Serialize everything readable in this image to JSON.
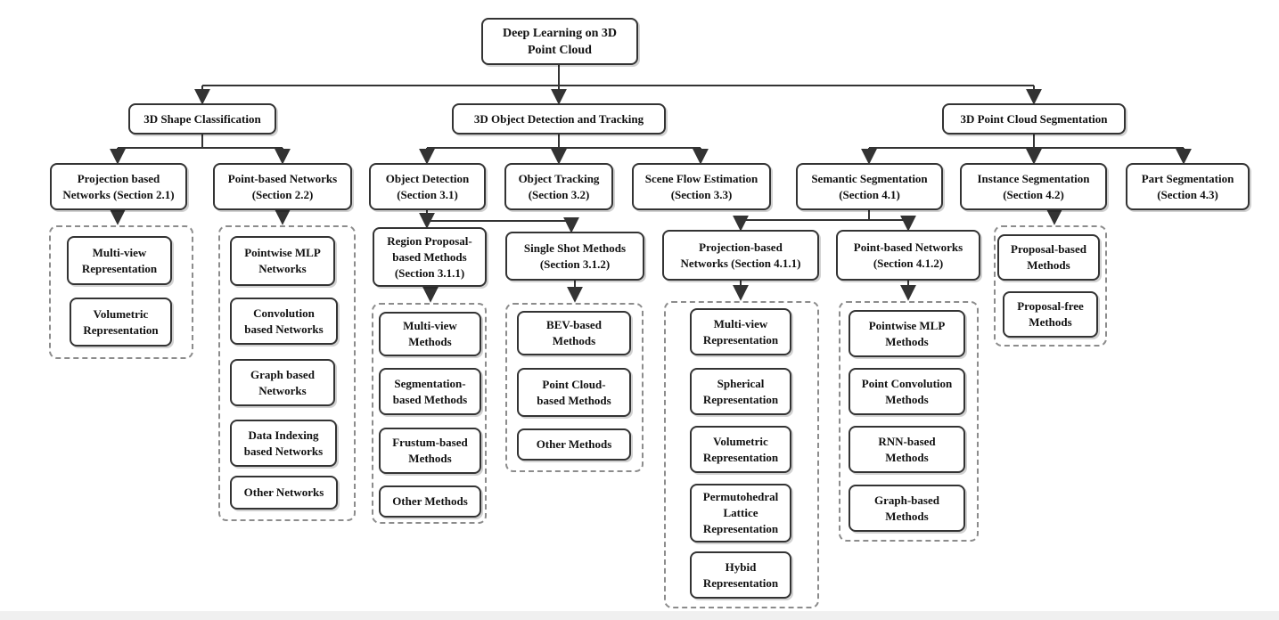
{
  "diagram": {
    "colors": {
      "line": "#333333",
      "box_border": "#333333",
      "dashed_border": "#8c8c8c",
      "background": "#ffffff"
    },
    "nodes": {
      "root": "Deep Learning on 3D\nPoint Cloud",
      "cls": "3D Shape Classification",
      "det": "3D Object Detection and Tracking",
      "seg": "3D Point Cloud Segmentation",
      "proj_nets": "Projection based\nNetworks (Section 2.1)",
      "pt_nets": "Point-based Networks\n(Section 2.2)",
      "multiview_rep": "Multi-view\nRepresentation",
      "volumetric_rep": "Volumetric\nRepresentation",
      "pointwise_mlp_nets": "Pointwise MLP\nNetworks",
      "conv_nets": "Convolution\nbased Networks",
      "graph_nets": "Graph based\nNetworks",
      "data_index_nets": "Data Indexing\nbased Networks",
      "other_nets": "Other Networks",
      "obj_det": "Object Detection\n(Section 3.1)",
      "obj_track": "Object Tracking\n(Section 3.2)",
      "scene_flow": "Scene Flow Estimation\n(Section 3.3)",
      "region_proposal": "Region Proposal-\nbased Methods\n(Section 3.1.1)",
      "single_shot": "Single Shot Methods\n(Section 3.1.2)",
      "rp_multiview": "Multi-view\nMethods",
      "rp_segmentation": "Segmentation-\nbased Methods",
      "rp_frustum": "Frustum-based\nMethods",
      "rp_other": "Other Methods",
      "ss_bev": "BEV-based\nMethods",
      "ss_pointcloud": "Point Cloud-\nbased Methods",
      "ss_other": "Other Methods",
      "sem_seg": "Semantic Segmentation\n(Section 4.1)",
      "inst_seg": "Instance Segmentation\n(Section 4.2)",
      "part_seg": "Part Segmentation\n(Section 4.3)",
      "sem_proj": "Projection-based\nNetworks (Section 4.1.1)",
      "sem_pt": "Point-based Networks\n(Section 4.1.2)",
      "sp_multiview": "Multi-view\nRepresentation",
      "sp_spherical": "Spherical\nRepresentation",
      "sp_volumetric": "Volumetric\nRepresentation",
      "sp_permuto": "Permutohedral\nLattice\nRepresentation",
      "sp_hybrid": "Hybid\nRepresentation",
      "spt_pointwise": "Pointwise MLP\nMethods",
      "spt_conv": "Point Convolution\nMethods",
      "spt_rnn": "RNN-based\nMethods",
      "spt_graph": "Graph-based\nMethods",
      "is_proposal": "Proposal-based\nMethods",
      "is_free": "Proposal-free\nMethods"
    }
  }
}
